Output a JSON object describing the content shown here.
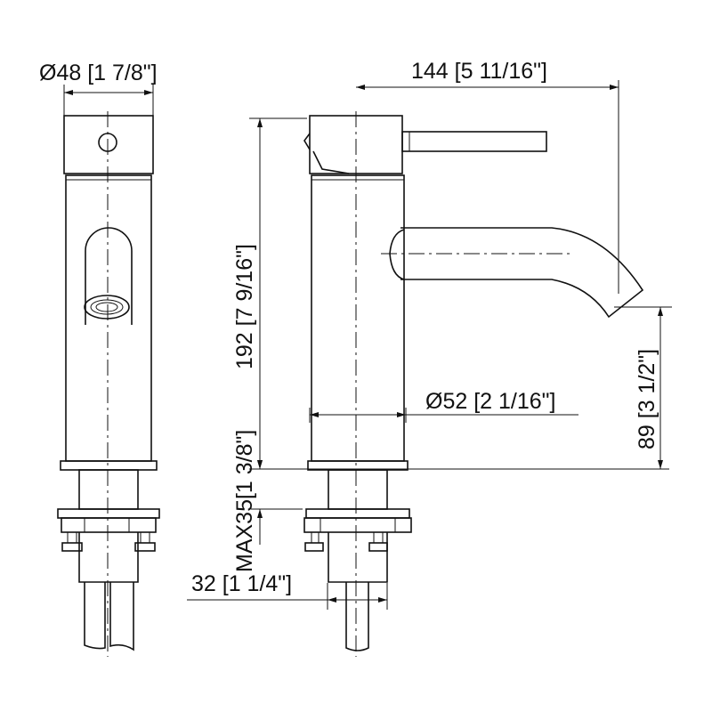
{
  "dimensions": {
    "top_diameter": "Ø48 [1 7/8\"]",
    "reach": "144 [5 11/16\"]",
    "height": "192 [7 9/16\"]",
    "body_diameter": "Ø52 [2 1/16\"]",
    "spout_height": "89 [3 1/2\"]",
    "max_deck": "MAX35[1 3/8\"]",
    "hole_diameter": "32 [1 1/4\"]"
  }
}
